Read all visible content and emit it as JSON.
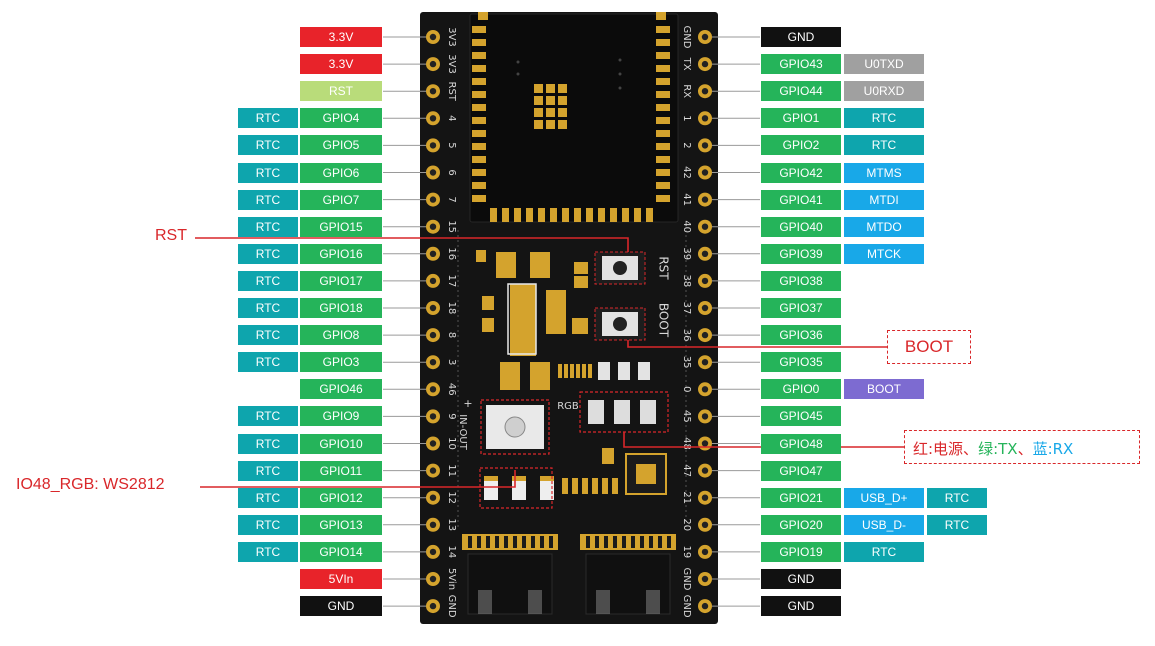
{
  "colors": {
    "power": "#e8232a",
    "rst": "#b9dc7a",
    "gpio": "#25b45a",
    "rtc": "#0ea5ad",
    "jtag": "#18a8e8",
    "uart": "#a0a0a0",
    "boot": "#7d6bd1",
    "usb": "#18a8e8",
    "gnd": "#111111",
    "board": "#141414",
    "pad": "#d4a32d",
    "callout": "#d9272a"
  },
  "left_pins": [
    {
      "silk": "3V3",
      "labels": [
        {
          "text": "3.3V",
          "kind": "power"
        }
      ]
    },
    {
      "silk": "3V3",
      "labels": [
        {
          "text": "3.3V",
          "kind": "power"
        }
      ]
    },
    {
      "silk": "RST",
      "labels": [
        {
          "text": "RST",
          "kind": "rst"
        }
      ]
    },
    {
      "silk": "4",
      "labels": [
        {
          "text": "RTC",
          "kind": "rtc"
        },
        {
          "text": "GPIO4",
          "kind": "gpio"
        }
      ]
    },
    {
      "silk": "5",
      "labels": [
        {
          "text": "RTC",
          "kind": "rtc"
        },
        {
          "text": "GPIO5",
          "kind": "gpio"
        }
      ]
    },
    {
      "silk": "6",
      "labels": [
        {
          "text": "RTC",
          "kind": "rtc"
        },
        {
          "text": "GPIO6",
          "kind": "gpio"
        }
      ]
    },
    {
      "silk": "7",
      "labels": [
        {
          "text": "RTC",
          "kind": "rtc"
        },
        {
          "text": "GPIO7",
          "kind": "gpio"
        }
      ]
    },
    {
      "silk": "15",
      "labels": [
        {
          "text": "RTC",
          "kind": "rtc"
        },
        {
          "text": "GPIO15",
          "kind": "gpio"
        }
      ]
    },
    {
      "silk": "16",
      "labels": [
        {
          "text": "RTC",
          "kind": "rtc"
        },
        {
          "text": "GPIO16",
          "kind": "gpio"
        }
      ]
    },
    {
      "silk": "17",
      "labels": [
        {
          "text": "RTC",
          "kind": "rtc"
        },
        {
          "text": "GPIO17",
          "kind": "gpio"
        }
      ]
    },
    {
      "silk": "18",
      "labels": [
        {
          "text": "RTC",
          "kind": "rtc"
        },
        {
          "text": "GPIO18",
          "kind": "gpio"
        }
      ]
    },
    {
      "silk": "8",
      "labels": [
        {
          "text": "RTC",
          "kind": "rtc"
        },
        {
          "text": "GPIO8",
          "kind": "gpio"
        }
      ]
    },
    {
      "silk": "3",
      "labels": [
        {
          "text": "RTC",
          "kind": "rtc"
        },
        {
          "text": "GPIO3",
          "kind": "gpio"
        }
      ]
    },
    {
      "silk": "46",
      "labels": [
        {
          "text": "GPIO46",
          "kind": "gpio"
        }
      ]
    },
    {
      "silk": "9",
      "labels": [
        {
          "text": "RTC",
          "kind": "rtc"
        },
        {
          "text": "GPIO9",
          "kind": "gpio"
        }
      ]
    },
    {
      "silk": "10",
      "labels": [
        {
          "text": "RTC",
          "kind": "rtc"
        },
        {
          "text": "GPIO10",
          "kind": "gpio"
        }
      ]
    },
    {
      "silk": "11",
      "labels": [
        {
          "text": "RTC",
          "kind": "rtc"
        },
        {
          "text": "GPIO11",
          "kind": "gpio"
        }
      ]
    },
    {
      "silk": "12",
      "labels": [
        {
          "text": "RTC",
          "kind": "rtc"
        },
        {
          "text": "GPIO12",
          "kind": "gpio"
        }
      ]
    },
    {
      "silk": "13",
      "labels": [
        {
          "text": "RTC",
          "kind": "rtc"
        },
        {
          "text": "GPIO13",
          "kind": "gpio"
        }
      ]
    },
    {
      "silk": "14",
      "labels": [
        {
          "text": "RTC",
          "kind": "rtc"
        },
        {
          "text": "GPIO14",
          "kind": "gpio"
        }
      ]
    },
    {
      "silk": "5Vin",
      "labels": [
        {
          "text": "5VIn",
          "kind": "power"
        }
      ]
    },
    {
      "silk": "GND",
      "labels": [
        {
          "text": "GND",
          "kind": "gnd"
        }
      ]
    }
  ],
  "right_pins": [
    {
      "silk": "GND",
      "labels": [
        {
          "text": "GND",
          "kind": "gnd"
        }
      ]
    },
    {
      "silk": "TX",
      "labels": [
        {
          "text": "GPIO43",
          "kind": "gpio"
        },
        {
          "text": "U0TXD",
          "kind": "uart"
        }
      ]
    },
    {
      "silk": "RX",
      "labels": [
        {
          "text": "GPIO44",
          "kind": "gpio"
        },
        {
          "text": "U0RXD",
          "kind": "uart"
        }
      ]
    },
    {
      "silk": "1",
      "labels": [
        {
          "text": "GPIO1",
          "kind": "gpio"
        },
        {
          "text": "RTC",
          "kind": "rtc"
        }
      ]
    },
    {
      "silk": "2",
      "labels": [
        {
          "text": "GPIO2",
          "kind": "gpio"
        },
        {
          "text": "RTC",
          "kind": "rtc"
        }
      ]
    },
    {
      "silk": "42",
      "labels": [
        {
          "text": "GPIO42",
          "kind": "gpio"
        },
        {
          "text": "MTMS",
          "kind": "jtag"
        }
      ]
    },
    {
      "silk": "41",
      "labels": [
        {
          "text": "GPIO41",
          "kind": "gpio"
        },
        {
          "text": "MTDI",
          "kind": "jtag"
        }
      ]
    },
    {
      "silk": "40",
      "labels": [
        {
          "text": "GPIO40",
          "kind": "gpio"
        },
        {
          "text": "MTDO",
          "kind": "jtag"
        }
      ]
    },
    {
      "silk": "39",
      "labels": [
        {
          "text": "GPIO39",
          "kind": "gpio"
        },
        {
          "text": "MTCK",
          "kind": "jtag"
        }
      ]
    },
    {
      "silk": "38",
      "labels": [
        {
          "text": "GPIO38",
          "kind": "gpio"
        }
      ]
    },
    {
      "silk": "37",
      "labels": [
        {
          "text": "GPIO37",
          "kind": "gpio"
        }
      ]
    },
    {
      "silk": "36",
      "labels": [
        {
          "text": "GPIO36",
          "kind": "gpio"
        }
      ]
    },
    {
      "silk": "35",
      "labels": [
        {
          "text": "GPIO35",
          "kind": "gpio"
        }
      ]
    },
    {
      "silk": "0",
      "labels": [
        {
          "text": "GPIO0",
          "kind": "gpio"
        },
        {
          "text": "BOOT",
          "kind": "boot"
        }
      ]
    },
    {
      "silk": "45",
      "labels": [
        {
          "text": "GPIO45",
          "kind": "gpio"
        }
      ]
    },
    {
      "silk": "48",
      "labels": [
        {
          "text": "GPIO48",
          "kind": "gpio"
        }
      ]
    },
    {
      "silk": "47",
      "labels": [
        {
          "text": "GPIO47",
          "kind": "gpio"
        }
      ]
    },
    {
      "silk": "21",
      "labels": [
        {
          "text": "GPIO21",
          "kind": "gpio"
        },
        {
          "text": "USB_D+",
          "kind": "usb"
        },
        {
          "text": "RTC",
          "kind": "rtc"
        }
      ]
    },
    {
      "silk": "20",
      "labels": [
        {
          "text": "GPIO20",
          "kind": "gpio"
        },
        {
          "text": "USB_D-",
          "kind": "usb"
        },
        {
          "text": "RTC",
          "kind": "rtc"
        }
      ]
    },
    {
      "silk": "19",
      "labels": [
        {
          "text": "GPIO19",
          "kind": "gpio"
        },
        {
          "text": "RTC",
          "kind": "rtc"
        }
      ]
    },
    {
      "silk": "GND",
      "labels": [
        {
          "text": "GND",
          "kind": "gnd"
        }
      ]
    },
    {
      "silk": "GND",
      "labels": [
        {
          "text": "GND",
          "kind": "gnd"
        }
      ]
    }
  ],
  "board_silk": {
    "rst": "RST",
    "boot": "BOOT",
    "rgb": "RGB",
    "in_out": "IN-OUT",
    "plus": "+"
  },
  "callouts": {
    "rst": "RST",
    "boot": "BOOT",
    "io48": "IO48_RGB: WS2812",
    "led": {
      "part1": "红:电源、",
      "part2": "绿:TX",
      "part3": "、",
      "part4": "蓝:RX"
    }
  }
}
